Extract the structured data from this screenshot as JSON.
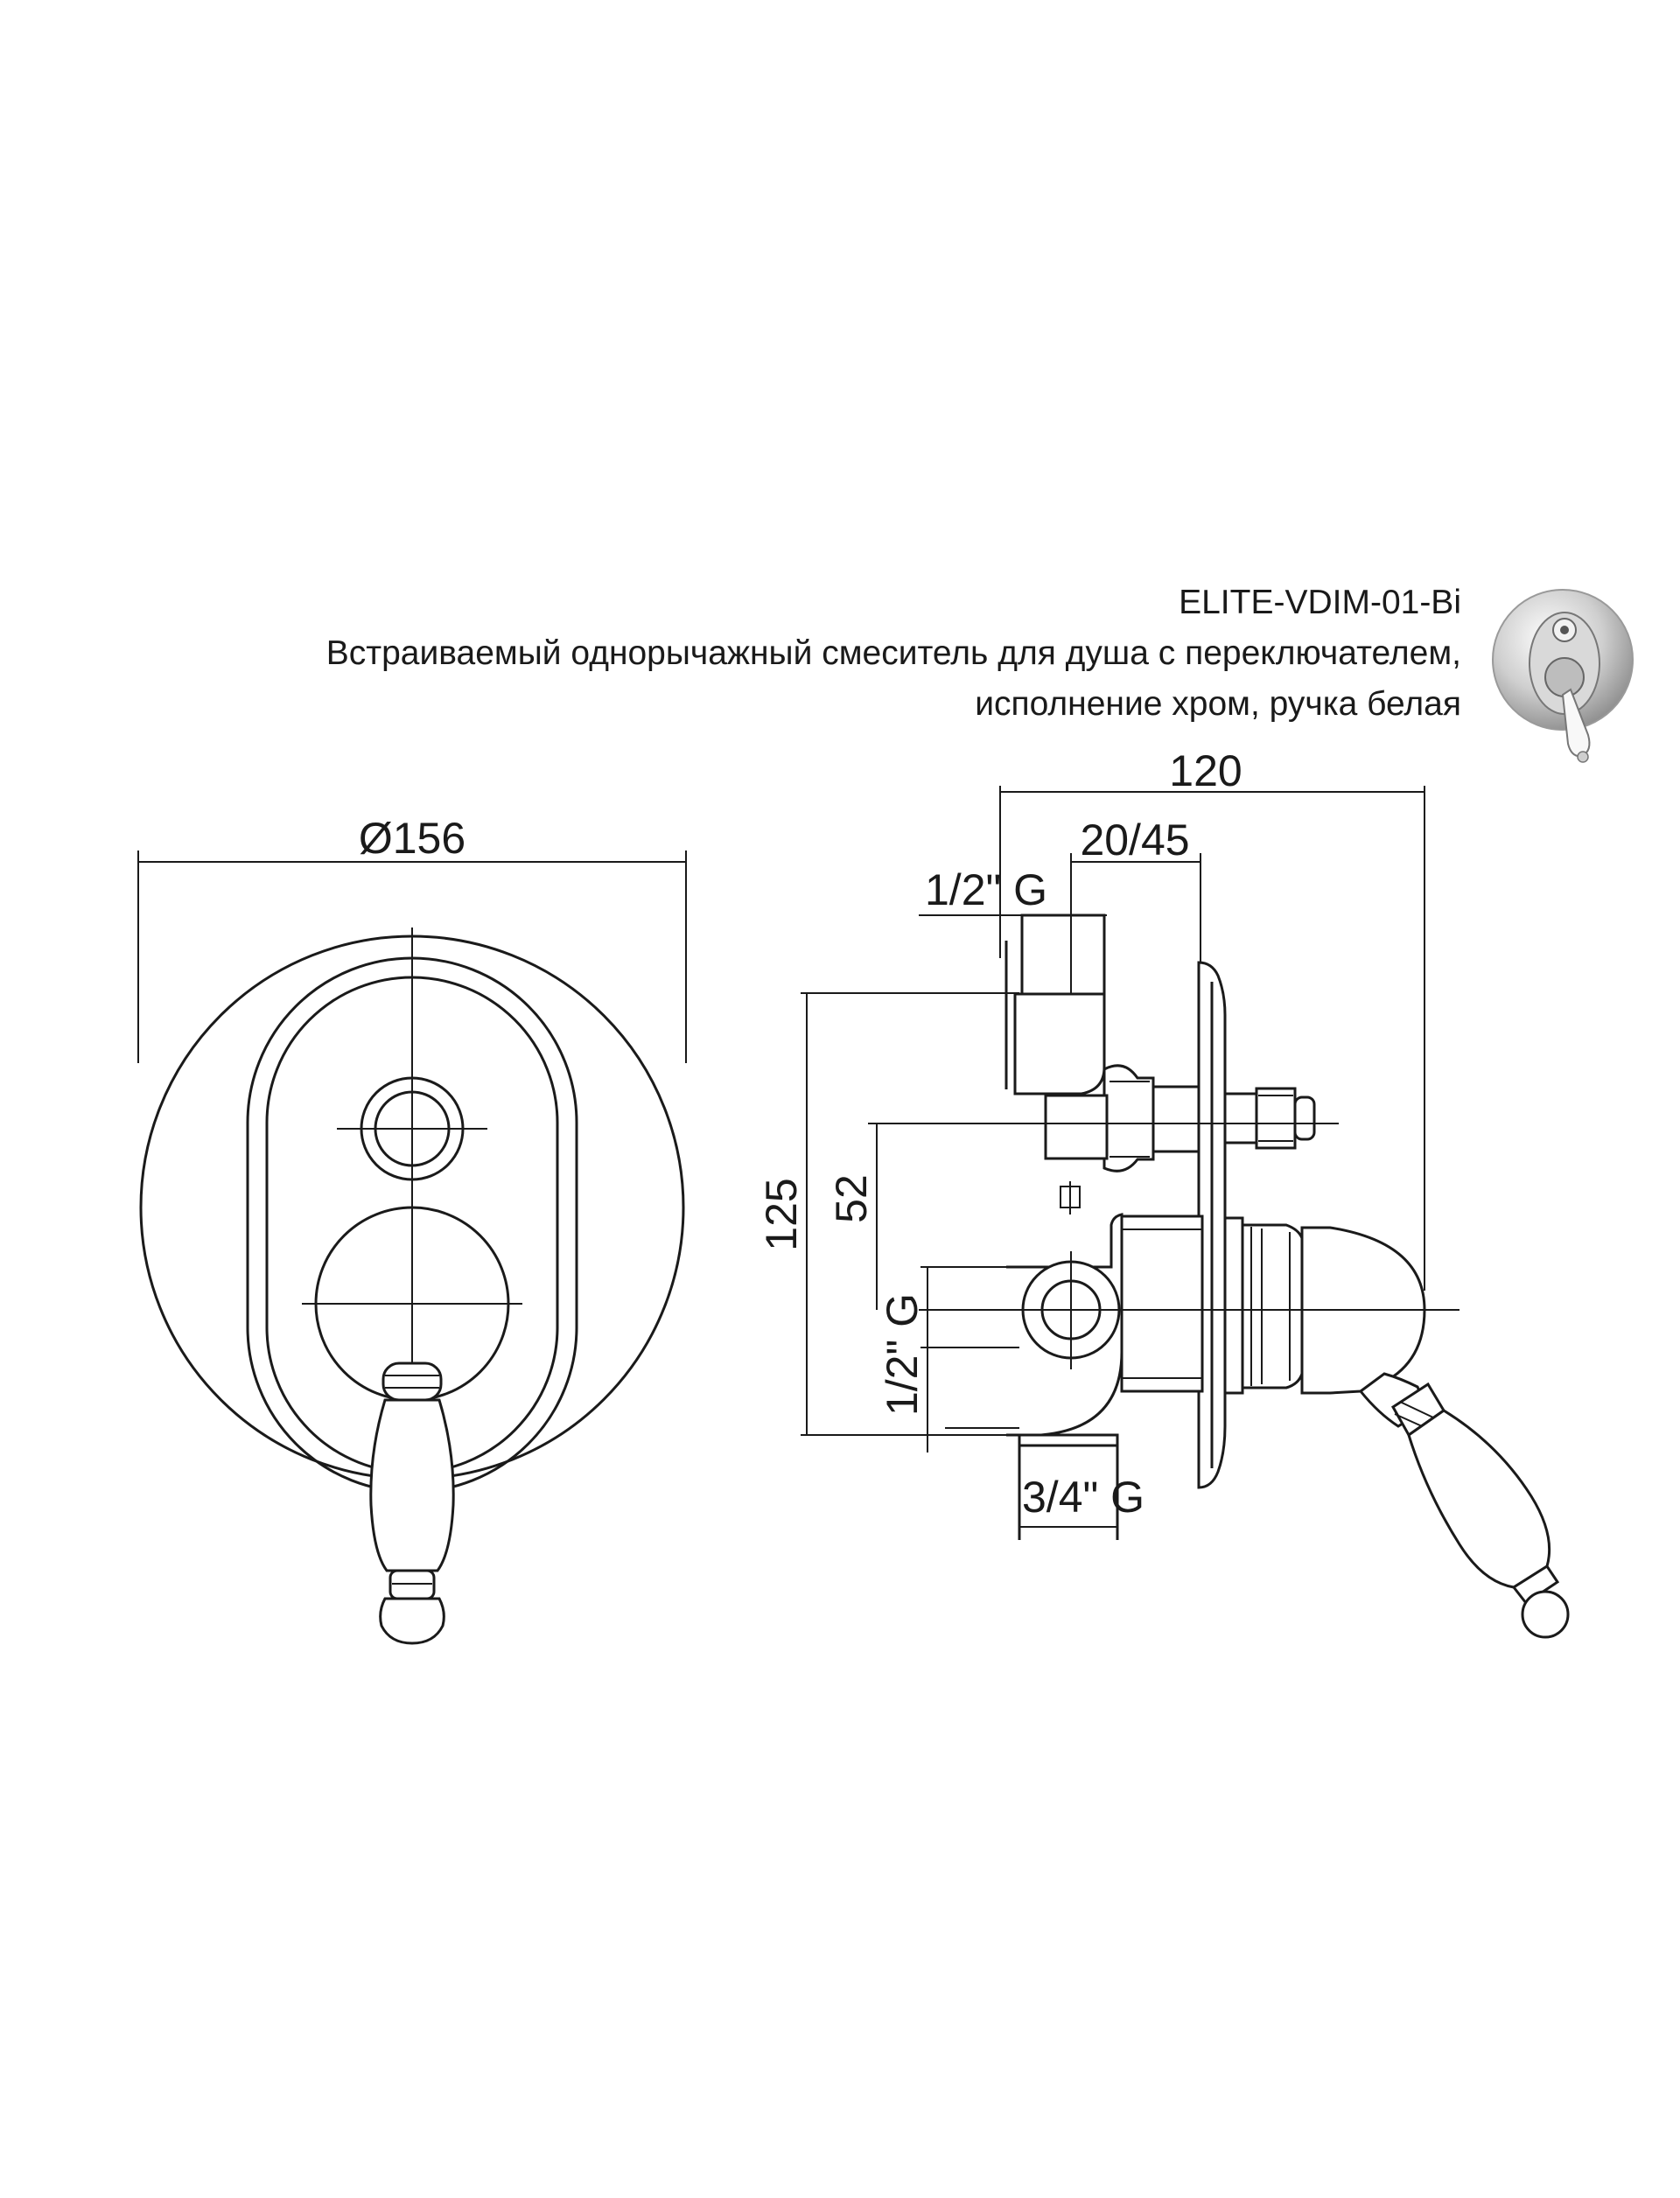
{
  "header": {
    "model": "ELITE-VDIM-01-Bi",
    "description_line1": "Встраиваемый однорычажный смеситель для душа с переключателем,",
    "description_line2": "исполнение хром, ручка белая"
  },
  "dimensions": {
    "front_diameter": "Ø156",
    "overall_depth": "120",
    "plate_offset": "20/45",
    "top_thread": "1/2\" G",
    "height": "125",
    "center_offset": "52",
    "side_thread": "1/2\" G",
    "bottom_thread": "3/4\" G"
  },
  "colors": {
    "line": "#1a1a1a",
    "background": "#ffffff"
  }
}
